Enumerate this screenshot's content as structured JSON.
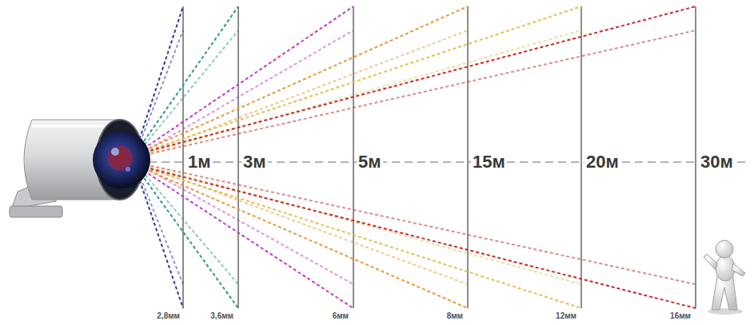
{
  "diagram": {
    "labels": [
      "1м",
      "3м",
      "5м",
      "15м",
      "20м",
      "30м",
      "2,8мм",
      "3,6мм",
      "6мм",
      "8мм",
      "12мм",
      "16мм"
    ]
  }
}
